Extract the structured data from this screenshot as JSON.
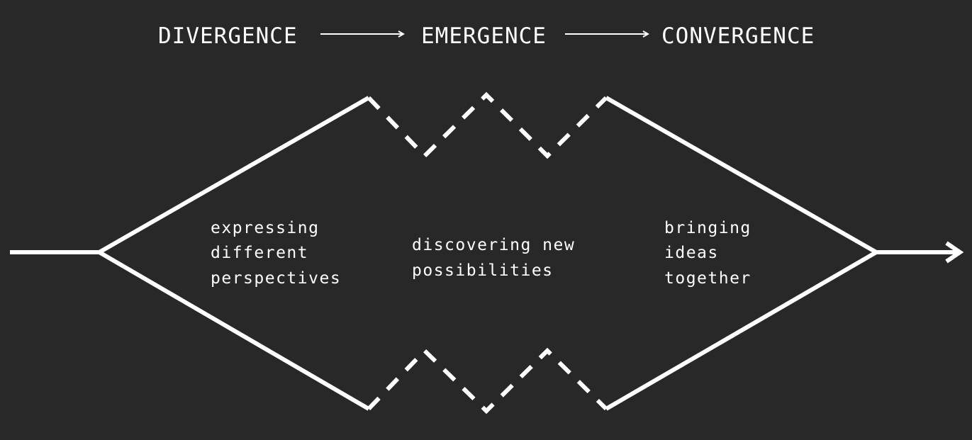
{
  "phases": {
    "divergence": "DIVERGENCE",
    "emergence": "EMERGENCE",
    "convergence": "CONVERGENCE"
  },
  "descriptions": {
    "divergence": [
      "expressing",
      "different",
      "perspectives"
    ],
    "emergence": [
      "discovering new",
      "possibilities"
    ],
    "convergence": [
      "bringing",
      "ideas",
      "together"
    ]
  },
  "colors": {
    "background": "#282828",
    "foreground": "#ffffff"
  },
  "icons": {
    "process_arrow": "arrow-right-icon",
    "header_arrows": "thin-arrow-right-icon"
  }
}
